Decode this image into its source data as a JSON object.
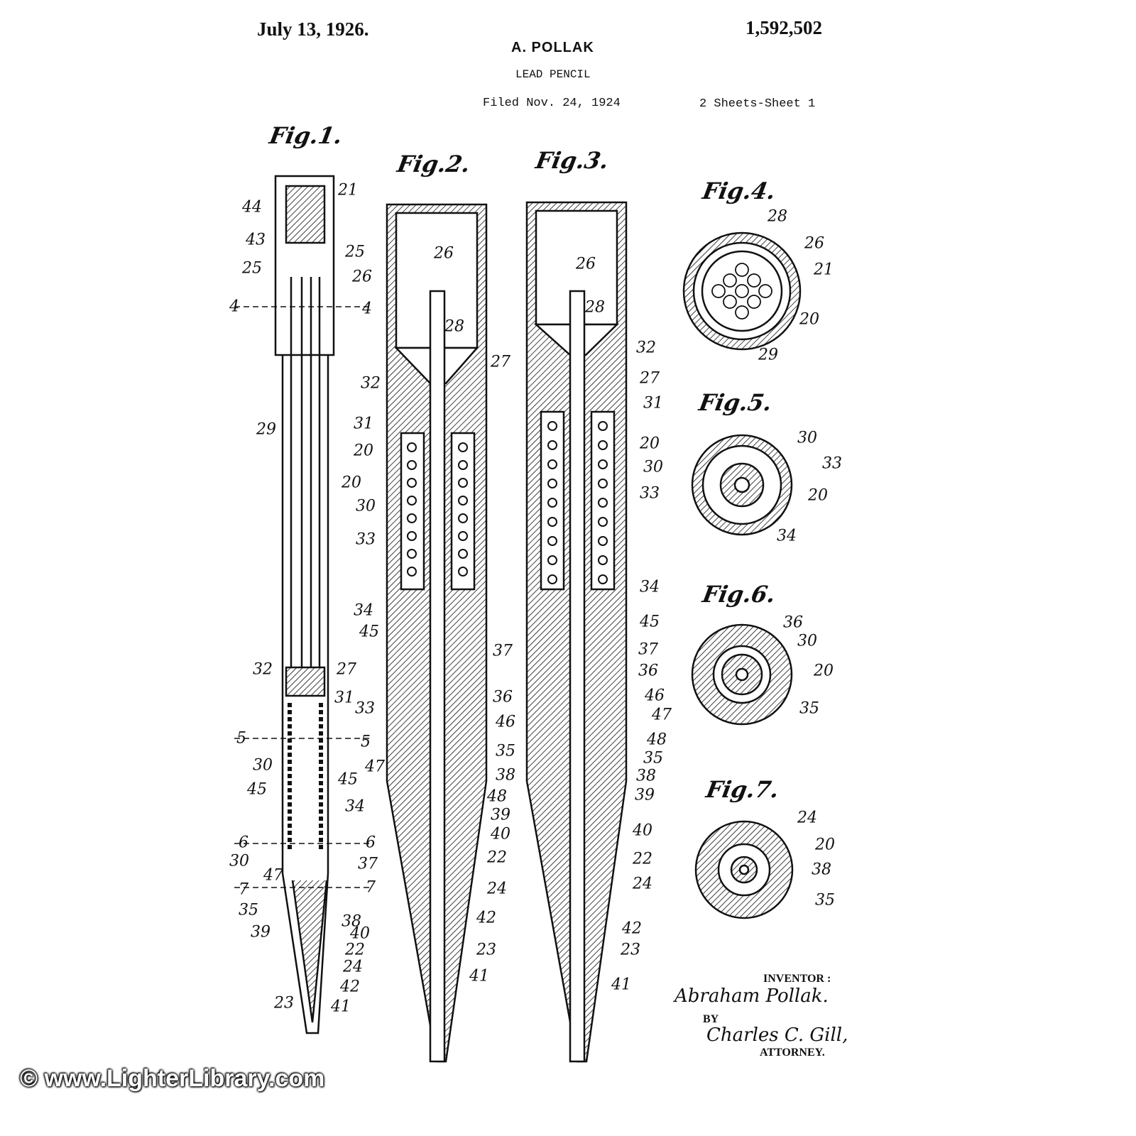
{
  "header": {
    "date": "July 13, 1926.",
    "patent_number": "1,592,502",
    "inventor_name": "A. POLLAK",
    "title": "LEAD PENCIL",
    "filed": "Filed Nov. 24, 1924",
    "sheets": "2 Sheets-Sheet 1"
  },
  "figures": [
    {
      "title": "Fig.1.",
      "labels": [
        "21",
        "44",
        "43",
        "25",
        "25",
        "26",
        "4",
        "4",
        "29",
        "20",
        "32",
        "27",
        "31",
        "33",
        "5",
        "5",
        "30",
        "45",
        "45",
        "34",
        "6",
        "6",
        "30",
        "47",
        "37",
        "7",
        "7",
        "35",
        "38",
        "39",
        "40",
        "22",
        "24",
        "42",
        "23",
        "41"
      ]
    },
    {
      "title": "Fig.2.",
      "labels": [
        "26",
        "28",
        "27",
        "32",
        "31",
        "20",
        "30",
        "33",
        "34",
        "45",
        "37",
        "36",
        "46",
        "35",
        "47",
        "38",
        "48",
        "39",
        "40",
        "22",
        "24",
        "42",
        "23",
        "41"
      ]
    },
    {
      "title": "Fig.3.",
      "labels": [
        "26",
        "28",
        "32",
        "27",
        "31",
        "20",
        "30",
        "33",
        "34",
        "45",
        "37",
        "36",
        "46",
        "47",
        "48",
        "35",
        "38",
        "39",
        "40",
        "22",
        "24",
        "42",
        "23",
        "41"
      ]
    },
    {
      "title": "Fig.4.",
      "labels": [
        "28",
        "26",
        "21",
        "20",
        "29"
      ]
    },
    {
      "title": "Fig.5.",
      "labels": [
        "30",
        "33",
        "20",
        "34"
      ]
    },
    {
      "title": "Fig.6.",
      "labels": [
        "36",
        "30",
        "20",
        "35"
      ]
    },
    {
      "title": "Fig.7.",
      "labels": [
        "24",
        "20",
        "38",
        "35"
      ]
    }
  ],
  "signature": {
    "inventor_label": "INVENTOR :",
    "inventor": "Abraham Pollak.",
    "by": "BY",
    "attorney": "Charles C. Gill,",
    "attorney_label": "ATTORNEY."
  },
  "watermark": "© www.LighterLibrary.com"
}
